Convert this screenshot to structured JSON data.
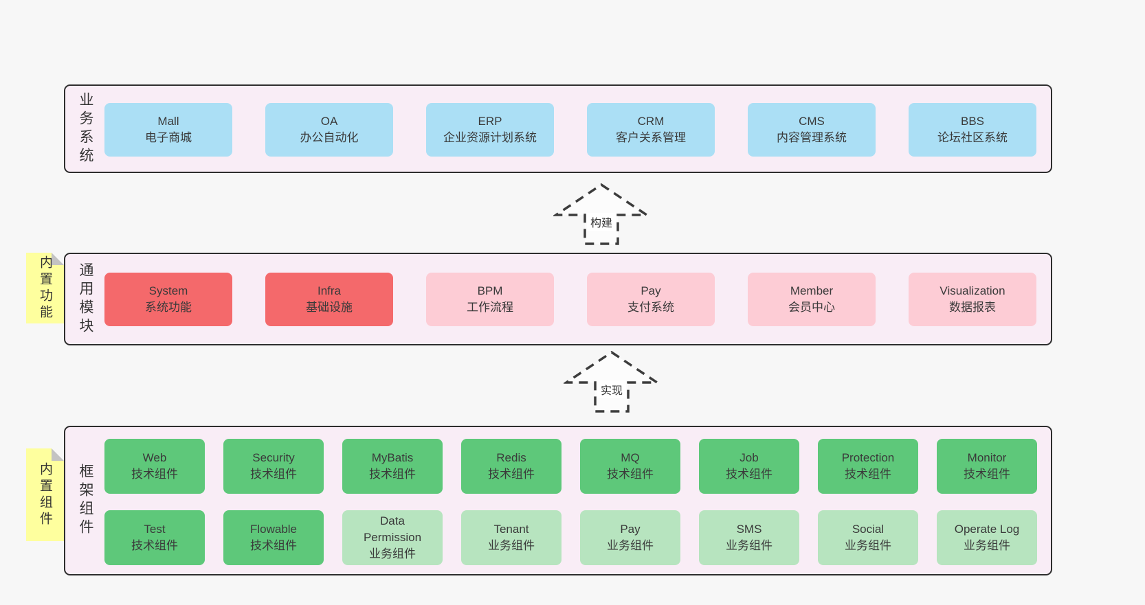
{
  "diagram": {
    "background": "#f7f7f7",
    "colors": {
      "section_fill": "#f9edf6",
      "section_border": "#2e2e2e",
      "business_box": "#abdff5",
      "core_module_box": "#f4696b",
      "optional_module_box": "#fdccd5",
      "tech_component_box": "#5ec87a",
      "biz_component_box": "#b7e4bf",
      "note": "#feff9e"
    },
    "arrows": [
      {
        "label": "构建"
      },
      {
        "label": "实现"
      }
    ],
    "sections": [
      {
        "label": "业务系统",
        "boxes": [
          {
            "title": "Mall",
            "subtitle": "电子商城"
          },
          {
            "title": "OA",
            "subtitle": "办公自动化"
          },
          {
            "title": "ERP",
            "subtitle": "企业资源计划系统"
          },
          {
            "title": "CRM",
            "subtitle": "客户关系管理"
          },
          {
            "title": "CMS",
            "subtitle": "内容管理系统"
          },
          {
            "title": "BBS",
            "subtitle": "论坛社区系统"
          }
        ]
      },
      {
        "label": "通用模块",
        "note": "内置功能",
        "boxes": [
          {
            "title": "System",
            "subtitle": "系统功能"
          },
          {
            "title": "Infra",
            "subtitle": "基础设施"
          },
          {
            "title": "BPM",
            "subtitle": "工作流程"
          },
          {
            "title": "Pay",
            "subtitle": "支付系统"
          },
          {
            "title": "Member",
            "subtitle": "会员中心"
          },
          {
            "title": "Visualization",
            "subtitle": "数据报表"
          }
        ]
      },
      {
        "label": "框架组件",
        "note": "内置组件",
        "rows": [
          [
            {
              "title": "Web",
              "subtitle": "技术组件"
            },
            {
              "title": "Security",
              "subtitle": "技术组件"
            },
            {
              "title": "MyBatis",
              "subtitle": "技术组件"
            },
            {
              "title": "Redis",
              "subtitle": "技术组件"
            },
            {
              "title": "MQ",
              "subtitle": "技术组件"
            },
            {
              "title": "Job",
              "subtitle": "技术组件"
            },
            {
              "title": "Protection",
              "subtitle": "技术组件"
            },
            {
              "title": "Monitor",
              "subtitle": "技术组件"
            }
          ],
          [
            {
              "title": "Test",
              "subtitle": "技术组件"
            },
            {
              "title": "Flowable",
              "subtitle": "技术组件"
            },
            {
              "title": "Data Permission",
              "subtitle": "业务组件"
            },
            {
              "title": "Tenant",
              "subtitle": "业务组件"
            },
            {
              "title": "Pay",
              "subtitle": "业务组件"
            },
            {
              "title": "SMS",
              "subtitle": "业务组件"
            },
            {
              "title": "Social",
              "subtitle": "业务组件"
            },
            {
              "title": "Operate Log",
              "subtitle": "业务组件"
            }
          ]
        ]
      }
    ]
  }
}
